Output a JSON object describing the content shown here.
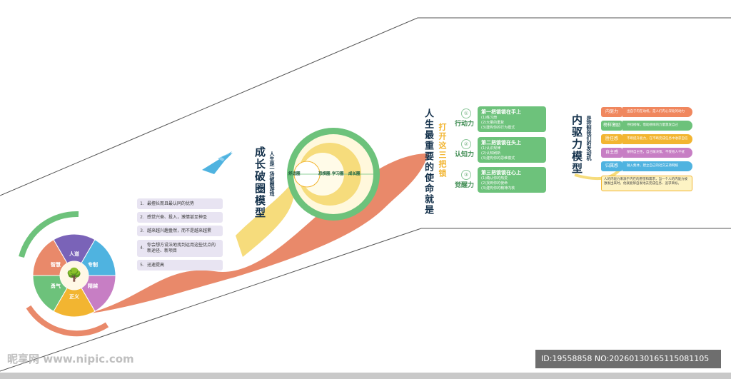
{
  "colors": {
    "orange": "#e9896a",
    "yellow": "#f6dc7c",
    "green": "#6dc27b",
    "teal": "#1b7b7d",
    "navy": "#13304a",
    "purple": "#b98bd0",
    "violet": "#7a63b8",
    "gold": "#f2b531",
    "blue": "#4fb3e0",
    "lilac": "#e8e4f2"
  },
  "wheel": {
    "center_icon": "tree-icon",
    "segments": [
      "人道",
      "专制",
      "精越",
      "正义",
      "勇气",
      "智慧"
    ],
    "colors": [
      "#7a63b8",
      "#4fb3e0",
      "#c77ec4",
      "#f2b531",
      "#6dc27b",
      "#e9896a"
    ]
  },
  "list": {
    "items": [
      {
        "n": "1.",
        "t": "最擅长而且最认同的优势"
      },
      {
        "n": "2.",
        "t": "感觉兴奋、投入，激情甚至神圣"
      },
      {
        "n": "3.",
        "t": "越来越兴趣盎然，而不是越来越累"
      },
      {
        "n": "4.",
        "t": "你会想方设法地找到运用这些优点的新途径、新项目"
      },
      {
        "n": "5.",
        "t": "迅速提高"
      }
    ]
  },
  "growth": {
    "title": "成长破圈模型",
    "subtitle": "人生是一场破圈游戏",
    "rings": [
      "舒适圈",
      "恐惧圈",
      "学习圈",
      "成长圈"
    ]
  },
  "mission": {
    "title": "人生最重要的使命就是",
    "highlight": "打开这三把锁"
  },
  "steps": [
    {
      "num": "①",
      "label": "行动力",
      "head": "第一把锁锁在手上",
      "lines": [
        "(1)练习册",
        "(2)大量的重复",
        "(3)建构你的行为模式"
      ]
    },
    {
      "num": "②",
      "label": "认知力",
      "head": "第二把锁锁在头上",
      "lines": [
        "(1)认识规律",
        "(2)认知刷新",
        "(3)建构你的思维模式"
      ]
    },
    {
      "num": "③",
      "label": "觉醒力",
      "head": "第三把锁锁在心上",
      "lines": [
        "(1)确认你的热爱",
        "(2)找到你的使命",
        "(3)建构你的精神内核"
      ]
    }
  ],
  "drive": {
    "title": "内驱力模型",
    "subtitle": "是控制我们的发动机",
    "items": [
      {
        "tag": "内驱力",
        "color": "#f0875e",
        "text": "出自于内在动机，是人们内心深处的动力"
      },
      {
        "tag": "榜样激励",
        "color": "#6dc27b",
        "text": "寻找榜样，借助榜样的力量激发自己"
      },
      {
        "tag": "胜任感",
        "color": "#f2b531",
        "text": "不断提升能力，在不断完成任务中收获自信"
      },
      {
        "tag": "自主感",
        "color": "#c77ec4",
        "text": "保持自主性，自己做决策，不受他人干扰"
      },
      {
        "tag": "归属感",
        "color": "#4fb3e0",
        "text": "融入集体，建立自己的社交支持网络"
      }
    ],
    "note": "人的内驱力来源于内在的愿望和需求，当一个人的内驱力被激发出来时，他就能够自发地去完成任务、追求目标。"
  },
  "watermark": {
    "site": "昵享网 www.nipic.com",
    "id": "ID:19558858 NO:20260130165115081105"
  }
}
